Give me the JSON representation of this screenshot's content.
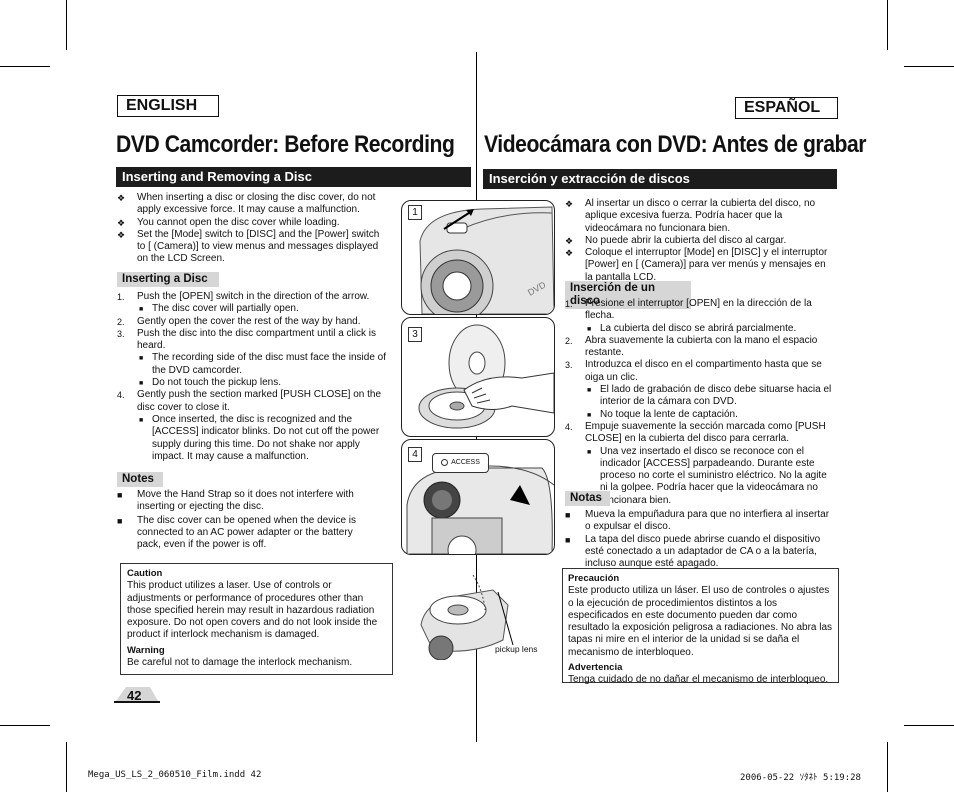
{
  "lang": {
    "left": "ENGLISH",
    "right": "ESPAÑOL"
  },
  "titles": {
    "left": "DVD Camcorder: Before Recording",
    "right": "Videocámara con DVD: Antes de grabar"
  },
  "en": {
    "section": "Inserting and Removing a Disc",
    "intro": [
      {
        "t": "When inserting a disc or closing the disc cover, do not apply excessive force. It may cause a malfunction."
      },
      {
        "t": "You cannot open the disc cover while loading."
      },
      {
        "t": "Set the [Mode] switch to [DISC] and the [Power] switch to [ (Camera)] to view menus and messages displayed on the LCD Screen."
      }
    ],
    "sub": "Inserting a Disc",
    "steps": [
      {
        "n": "1.",
        "t": "Push the [OPEN] switch in the direction of the arrow."
      },
      {
        "n": "",
        "t": "The disc cover will partially open.",
        "sub": true
      },
      {
        "n": "2.",
        "t": "Gently open the cover the rest of the way by hand."
      },
      {
        "n": "3.",
        "t": "Push the disc into the disc compartment until a click is heard."
      },
      {
        "n": "",
        "t": "The recording side of the disc must face the inside of the DVD camcorder.",
        "sub": true
      },
      {
        "n": "",
        "t": "Do not touch the pickup lens.",
        "sub": true
      },
      {
        "n": "4.",
        "t": "Gently push the section marked [PUSH CLOSE] on the disc cover to close it."
      },
      {
        "n": "",
        "t": "Once inserted, the disc is recognized and the [ACCESS] indicator blinks. Do not cut off the power supply during this time. Do not shake nor apply impact. It may cause a malfunction.",
        "sub": true
      }
    ],
    "notes_label": "Notes",
    "notes": [
      "Move the Hand Strap so it does not interfere with inserting or ejecting the disc.",
      "The disc cover can be opened when the device is connected to an AC power adapter or the battery pack, even if the power is off."
    ],
    "caution_title": "Caution",
    "caution": "This product utilizes a laser. Use of controls or adjustments or performance of procedures other than those specified herein may result in hazardous radiation exposure. Do not open covers and do not look inside the product if interlock mechanism is damaged.",
    "warning_title": "Warning",
    "warning": "Be careful not to damage the interlock mechanism."
  },
  "es": {
    "section": "Inserción y extracción de discos",
    "intro": [
      "Al insertar un disco o cerrar la cubierta del disco, no aplique excesiva fuerza. Podría hacer que la videocámara no funcionara bien.",
      "No puede abrir la cubierta del disco al cargar.",
      "Coloque el interruptor [Mode] en [DISC] y el interruptor [Power] en [ (Camera)] para ver menús y mensajes en la pantalla LCD."
    ],
    "sub": "Inserción de un disco",
    "steps": [
      {
        "n": "1.",
        "t": "Presione el interruptor [OPEN] en la dirección de la flecha."
      },
      {
        "n": "",
        "t": "La cubierta del disco se abrirá parcialmente.",
        "sub": true
      },
      {
        "n": "2.",
        "t": "Abra suavemente la cubierta con la mano el espacio restante."
      },
      {
        "n": "3.",
        "t": "Introduzca el disco en el compartimento hasta que se oiga un clic."
      },
      {
        "n": "",
        "t": "El lado de grabación de disco debe situarse hacia el interior de la cámara con DVD.",
        "sub": true
      },
      {
        "n": "",
        "t": "No toque la lente de captación.",
        "sub": true
      },
      {
        "n": "4.",
        "t": "Empuje suavemente la sección marcada como [PUSH CLOSE] en la cubierta del disco para cerrarla."
      },
      {
        "n": "",
        "t": "Una vez insertado el disco se reconoce con el indicador [ACCESS] parpadeando. Durante este proceso no corte el suministro eléctrico. No la agite ni la golpee. Podría hacer que la videocámara no funcionara bien.",
        "sub": true
      }
    ],
    "notes_label": "Notas",
    "notes": [
      "Mueva la empuñadura para que no interfiera al insertar o expulsar el disco.",
      "La tapa del disco puede abrirse cuando el dispositivo esté conectado a un adaptador de CA o a la batería, incluso aunque esté apagado."
    ],
    "caution_title": "Precaución",
    "caution": "Este producto utiliza un láser. El uso de controles o ajustes o la ejecución de procedimientos distintos a los especificados en este documento pueden dar como resultado la exposición peligrosa a radiaciones. No abra las tapas ni mire en el interior de la unidad si se daña el mecanismo de interbloqueo.",
    "warning_title": "Advertencia",
    "warning": "Tenga cuidado de no dañar el mecanismo de interbloqueo."
  },
  "figures": {
    "steps": [
      "1",
      "3",
      "4"
    ],
    "access": "ACCESS",
    "pickup": "pickup lens"
  },
  "page_number": "42",
  "footer": {
    "left": "Mega_US_LS_2_060510_Film.indd   42",
    "right": "2006-05-22   ｿﾀﾈﾄ 5:19:28"
  }
}
